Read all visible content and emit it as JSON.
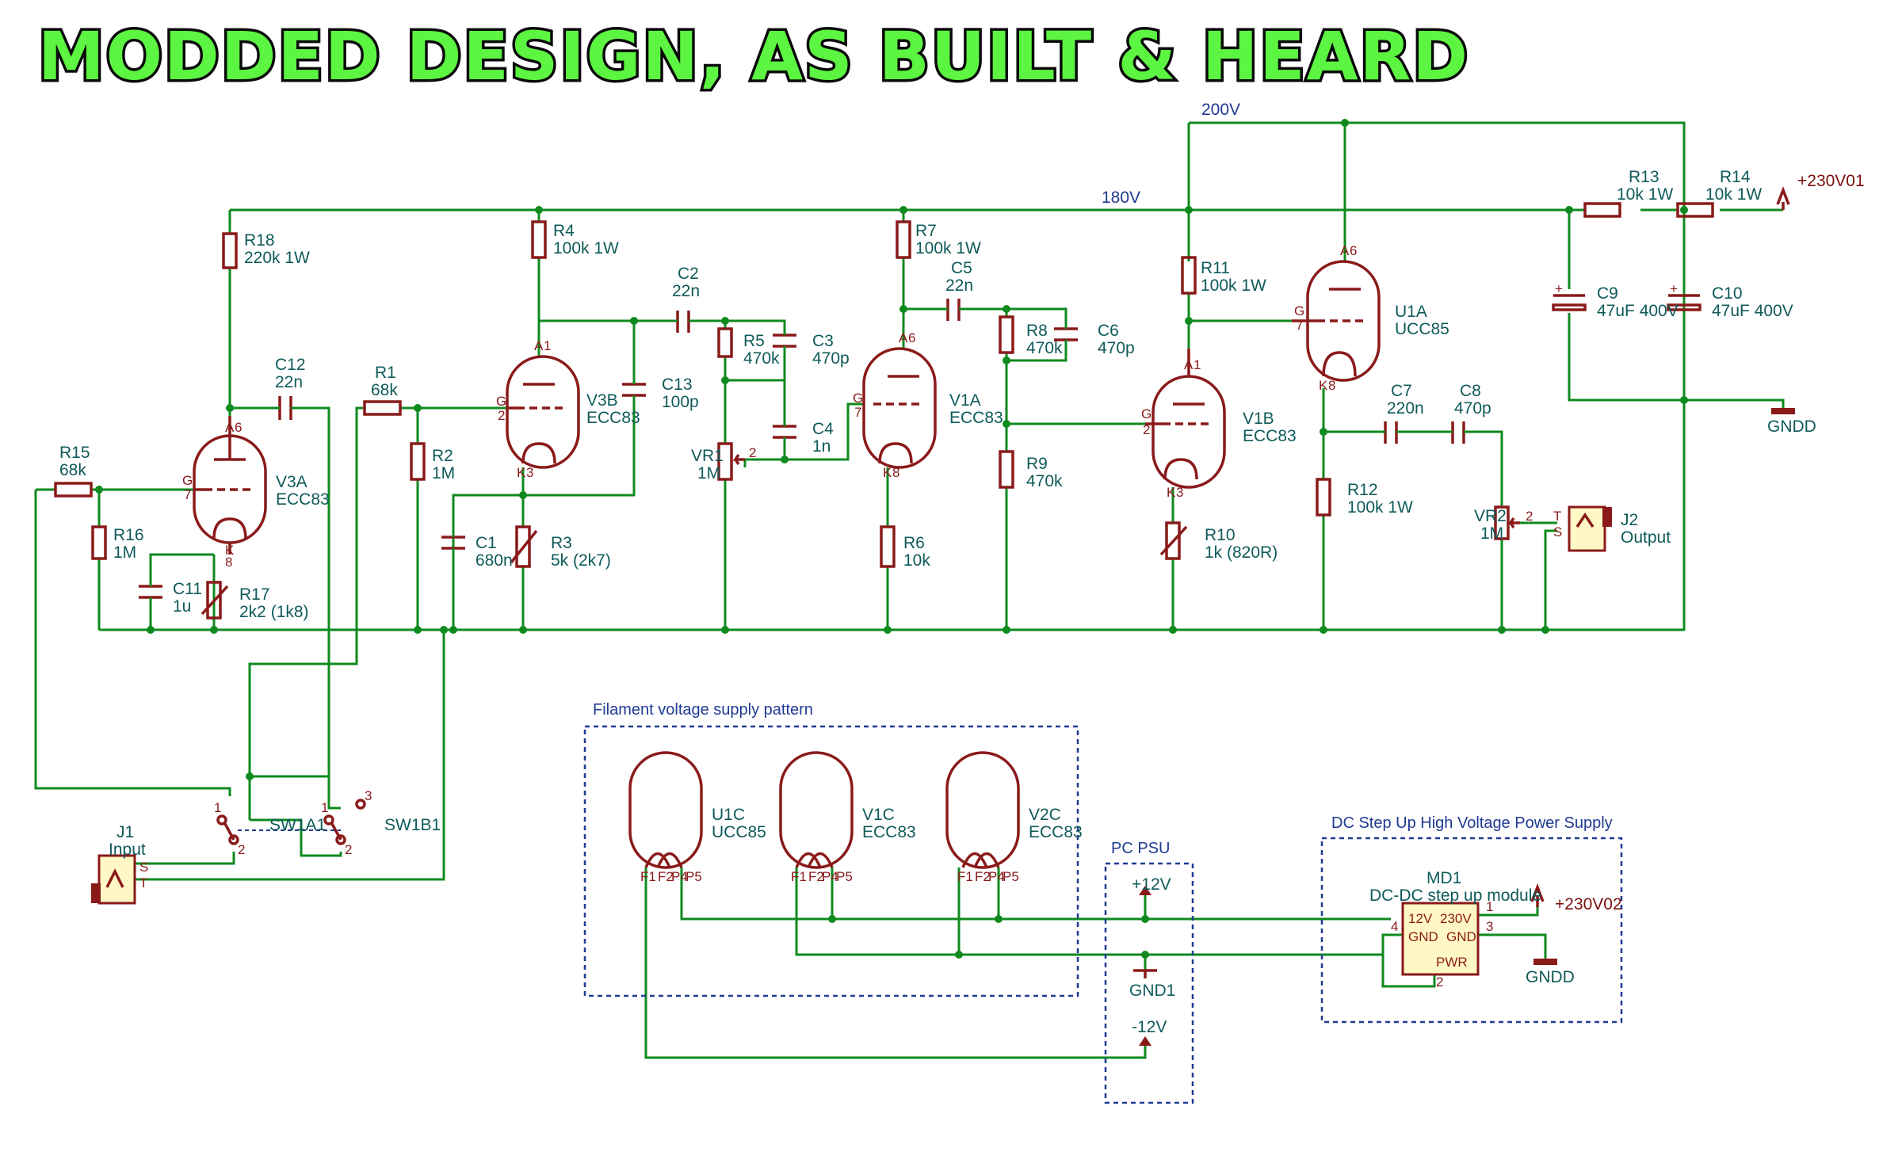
{
  "header": {
    "title": "MODDED DESIGN, AS BUILT & HEARD"
  },
  "nets": {
    "n200": "200V",
    "n180": "180V"
  },
  "power": {
    "p230a": "+230V01",
    "p230b": "+230V02",
    "gnddA": "GNDD",
    "gnddB": "GNDD",
    "p12": "+12V",
    "m12": "-12V",
    "gnd1": "GND1"
  },
  "components": {
    "R18": [
      "R18",
      "220k 1W"
    ],
    "R4": [
      "R4",
      "100k 1W"
    ],
    "R7": [
      "R7",
      "100k 1W"
    ],
    "R11": [
      "R11",
      "100k 1W"
    ],
    "R13": [
      "R13",
      "10k 1W"
    ],
    "R14": [
      "R14",
      "10k 1W"
    ],
    "C12": [
      "C12",
      "22n"
    ],
    "R1": [
      "R1",
      "68k"
    ],
    "R15": [
      "R15",
      "68k"
    ],
    "R16": [
      "R16",
      "1M"
    ],
    "R2": [
      "R2",
      "1M"
    ],
    "C11": [
      "C11",
      "1u"
    ],
    "R17": [
      "R17",
      "2k2 (1k8)"
    ],
    "C1": [
      "C1",
      "680n"
    ],
    "R3": [
      "R3",
      "5k (2k7)"
    ],
    "C13": [
      "C13",
      "100p"
    ],
    "C2": [
      "C2",
      "22n"
    ],
    "R5": [
      "R5",
      "470k"
    ],
    "C3": [
      "C3",
      "470p"
    ],
    "C4": [
      "C4",
      "1n"
    ],
    "VR1": [
      "VR1",
      "1M"
    ],
    "C5": [
      "C5",
      "22n"
    ],
    "R8": [
      "R8",
      "470k"
    ],
    "C6": [
      "C6",
      "470p"
    ],
    "R9": [
      "R9",
      "470k"
    ],
    "R6": [
      "R6",
      "10k"
    ],
    "R10": [
      "R10",
      "1k (820R)"
    ],
    "R12": [
      "R12",
      "100k 1W"
    ],
    "C7": [
      "C7",
      "220n"
    ],
    "C8": [
      "C8",
      "470p"
    ],
    "VR2": [
      "VR2",
      "1M"
    ],
    "C9": [
      "C9",
      "47uF 400V"
    ],
    "C10": [
      "C10",
      "47uF 400V"
    ],
    "J1": [
      "J1",
      "Input"
    ],
    "J2": [
      "J2",
      "Output"
    ],
    "SW1A": "SW1A1",
    "SW1B": "SW1B1",
    "MD1": [
      "MD1",
      "DC-DC step up module"
    ]
  },
  "tubes": {
    "V3A": [
      "V3A",
      "ECC83"
    ],
    "V3B": [
      "V3B",
      "ECC83"
    ],
    "V1A": [
      "V1A",
      "ECC83"
    ],
    "V1B": [
      "V1B",
      "ECC83"
    ],
    "U1A": [
      "U1A",
      "UCC85"
    ],
    "U1C": [
      "U1C",
      "UCC85"
    ],
    "V1C": [
      "V1C",
      "ECC83"
    ],
    "V2C": [
      "V2C",
      "ECC83"
    ]
  },
  "pins": {
    "A": "A",
    "G": "G",
    "K": "K",
    "S": "S",
    "T": "T",
    "n1": "1",
    "n2": "2",
    "n3": "3",
    "n4": "4",
    "n6": "6",
    "n7": "7",
    "n8": "8",
    "F1": "F1",
    "F2": "F2",
    "P4": "P4",
    "P5": "P5",
    "v12": "12V",
    "v230": "230V",
    "gnd": "GND",
    "pwr": "PWR"
  },
  "boxes": {
    "filament": "Filament voltage supply pattern",
    "pcpsu": "PC PSU",
    "stepup": "DC Step Up High Voltage Power Supply"
  },
  "colors": {
    "wire": "#0f8a1f",
    "component": "#8a1a1a",
    "label": "#0f5a5a",
    "net": "#1f3a93",
    "headline": "#5cf542"
  }
}
